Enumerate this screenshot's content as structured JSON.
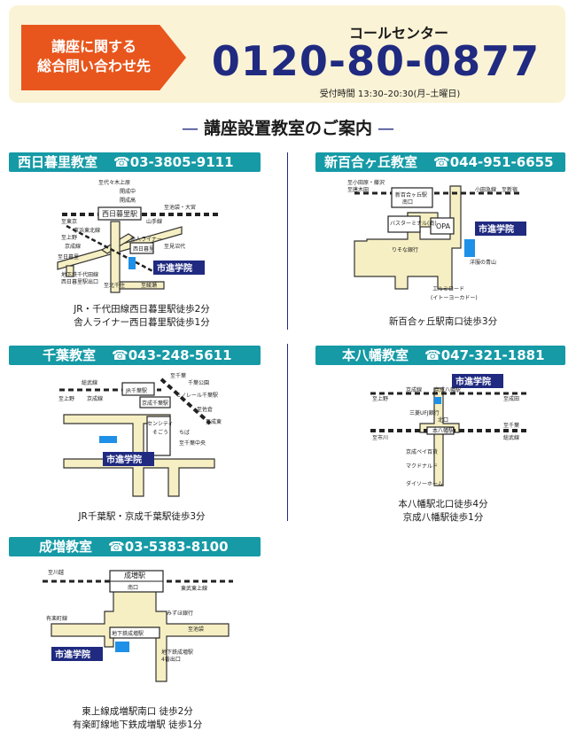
{
  "banner": {
    "tag_line1": "講座に関する",
    "tag_line2": "総合問い合わせ先",
    "call_center_label": "コールセンター",
    "phone": "0120-80-0877",
    "hours": "受付時間 13:30–20:30(月–土曜日)"
  },
  "section_title": "講座設置教室のご案内",
  "school_label": "市進学院",
  "classrooms": [
    {
      "name": "西日暮里教室",
      "phone": "☎03-3805-9111",
      "access": [
        "JR・千代田線西日暮里駅徒歩2分",
        "舎人ライナー西日暮里駅徒歩1分"
      ],
      "map_labels": [
        "至代々木上原",
        "開成中",
        "開成高",
        "西日暮里駅",
        "至池袋・大宮",
        "至東京",
        "山手線",
        "京浜東北線",
        "至上野",
        "京成線",
        "至日暮里",
        "舎人ライナー",
        "西日暮里",
        "至見沼代",
        "地下鉄千代田線",
        "西日暮里駅出口",
        "至北千住",
        "至綾瀬"
      ]
    },
    {
      "name": "新百合ヶ丘教室",
      "phone": "☎044-951-6655",
      "access": [
        "新百合ヶ丘駅南口徒歩3分"
      ],
      "map_labels": [
        "至小田原・藤沢",
        "至唐木田",
        "新百合ヶ丘駅",
        "南口",
        "小田急線",
        "至新宿",
        "バスターミナル(南)",
        "OPA",
        "りそな銀行",
        "洋服の青山",
        "エルミロード",
        "(イトーヨーカドー)"
      ]
    },
    {
      "name": "千葉教室",
      "phone": "☎043-248-5611",
      "access": [
        "JR千葉駅・京成千葉駅徒歩3分"
      ],
      "map_labels": [
        "至千葉",
        "総武線",
        "JR千葉駅",
        "至上野",
        "京成線",
        "京成千葉駅",
        "モノレール千葉駅",
        "至佐倉",
        "至成東",
        "千葉公園",
        "ちば",
        "センシティ",
        "そごう",
        "至千葉中央"
      ]
    },
    {
      "name": "本八幡教室",
      "phone": "☎047-321-1881",
      "access": [
        "本八幡駅北口徒歩4分",
        "京成八幡駅徒歩1分"
      ],
      "map_labels": [
        "至上野",
        "京成線",
        "京成八幡駅",
        "至成田",
        "三菱UFJ銀行",
        "北口",
        "本八幡駅",
        "至千葉",
        "至市川",
        "総武線",
        "京成ペイ百貨",
        "マクドナルド",
        "ダイソーホーム"
      ]
    },
    {
      "name": "成増教室",
      "phone": "☎03-5383-8100",
      "access": [
        "東上線成増駅南口 徒歩2分",
        "有楽町線地下鉄成増駅 徒歩1分"
      ],
      "map_labels": [
        "至川越",
        "成増駅",
        "東武東上線",
        "南口",
        "有楽町線",
        "みずほ銀行",
        "至池袋",
        "地下鉄成増駅",
        "地下鉄成増駅",
        "4番出口"
      ]
    }
  ],
  "colors": {
    "accent": "#1f2a80",
    "header_teal": "#159aa6",
    "tag_orange": "#e8561d",
    "road_yellow": "#f6efc3",
    "school_marker_blue": "#1e90e8"
  }
}
